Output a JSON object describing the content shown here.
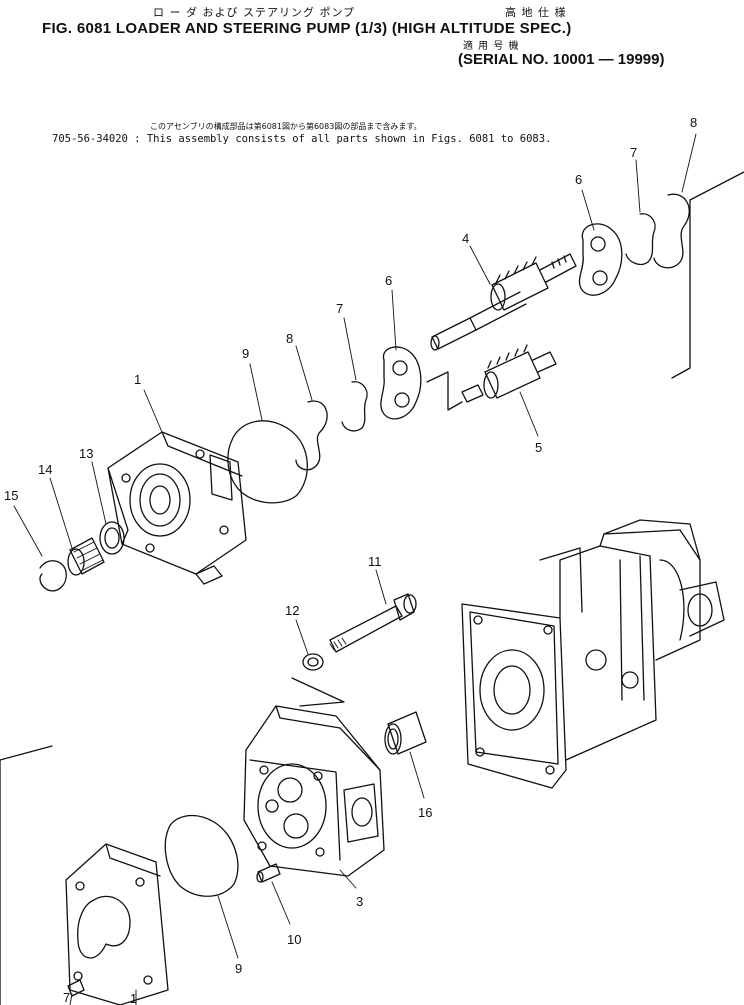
{
  "header": {
    "jp_title": "ロ ー ダ  および ステアリング ポンプ",
    "jp_spec": "高 地 仕 様",
    "jp_applicable": "適 用 号 機",
    "title": "FIG. 6081  LOADER AND STEERING PUMP (1/3) (HIGH ALTITUDE SPEC.)",
    "serial": "(SERIAL NO. 10001 — 19999)"
  },
  "note": {
    "jp": "このアセンブリの構成部品は第6081図から第6083図の部品まで含みます。",
    "text": "705-56-34020 : This assembly consists of all parts shown in Figs. 6081 to 6083."
  },
  "parts": {
    "p1": "1",
    "p2": "1",
    "p3": "3",
    "p4": "4",
    "p5": "5",
    "p6a": "6",
    "p6b": "6",
    "p7a": "7",
    "p7b": "7",
    "p7c": "7",
    "p8a": "8",
    "p8b": "8",
    "p9a": "9",
    "p9b": "9",
    "p10": "10",
    "p11": "11",
    "p12": "12",
    "p13": "13",
    "p14": "14",
    "p15": "15",
    "p16": "16"
  }
}
